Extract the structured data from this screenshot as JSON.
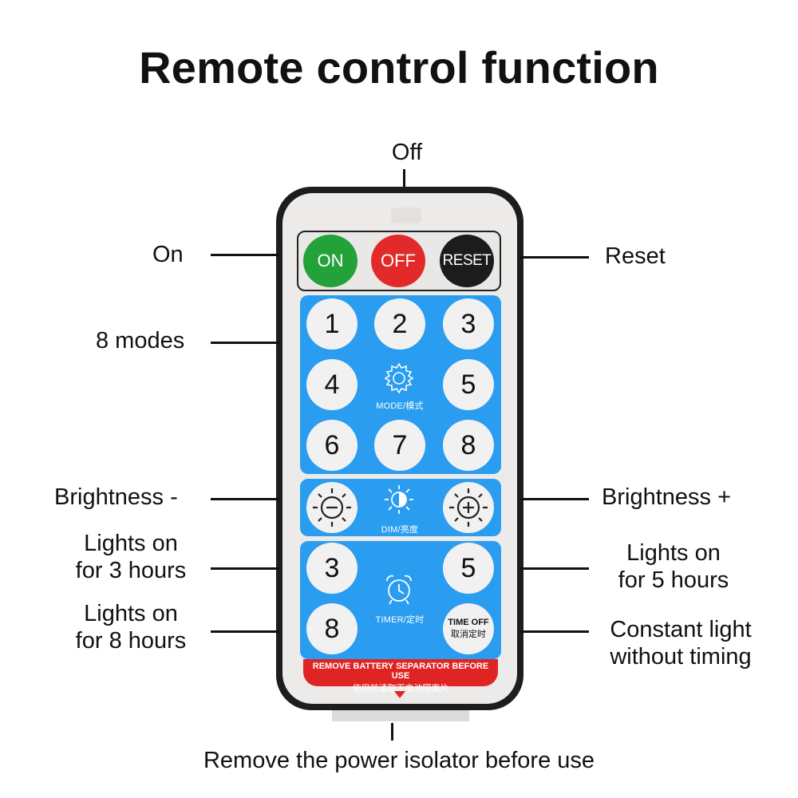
{
  "title": "Remote control function",
  "labels": {
    "off": "Off",
    "on": "On",
    "reset": "Reset",
    "modes": "8 modes",
    "brightness_minus": "Brightness -",
    "brightness_plus": "Brightness +",
    "lights_3_line1": "Lights on",
    "lights_3_line2": "for 3 hours",
    "lights_5_line1": "Lights on",
    "lights_5_line2": "for 5 hours",
    "lights_8_line1": "Lights on",
    "lights_8_line2": "for 8 hours",
    "constant_line1": "Constant light",
    "constant_line2": "without timing",
    "isolator": "Remove the power isolator before use"
  },
  "remote": {
    "on_btn": "ON",
    "off_btn": "OFF",
    "reset_btn": "RESET",
    "mode_buttons": [
      "1",
      "2",
      "3",
      "4",
      "5",
      "6",
      "7",
      "8"
    ],
    "mode_caption": "MODE/模式",
    "dim_caption": "DIM/亮度",
    "timer_caption": "TIMER/定时",
    "timer_3": "3",
    "timer_5": "5",
    "timer_8": "8",
    "time_off_line1": "TIME OFF",
    "time_off_line2": "取消定时",
    "strip_line1": "REMOVE BATTERY SEPARATOR BEFORE USE",
    "strip_line2": "使用前请取下电池隔离片"
  },
  "colors": {
    "on_green": "#24a23a",
    "off_red": "#e22a2a",
    "reset_black": "#1c1c1c",
    "panel_blue": "#2a9df0",
    "strip_red": "#e02424"
  }
}
